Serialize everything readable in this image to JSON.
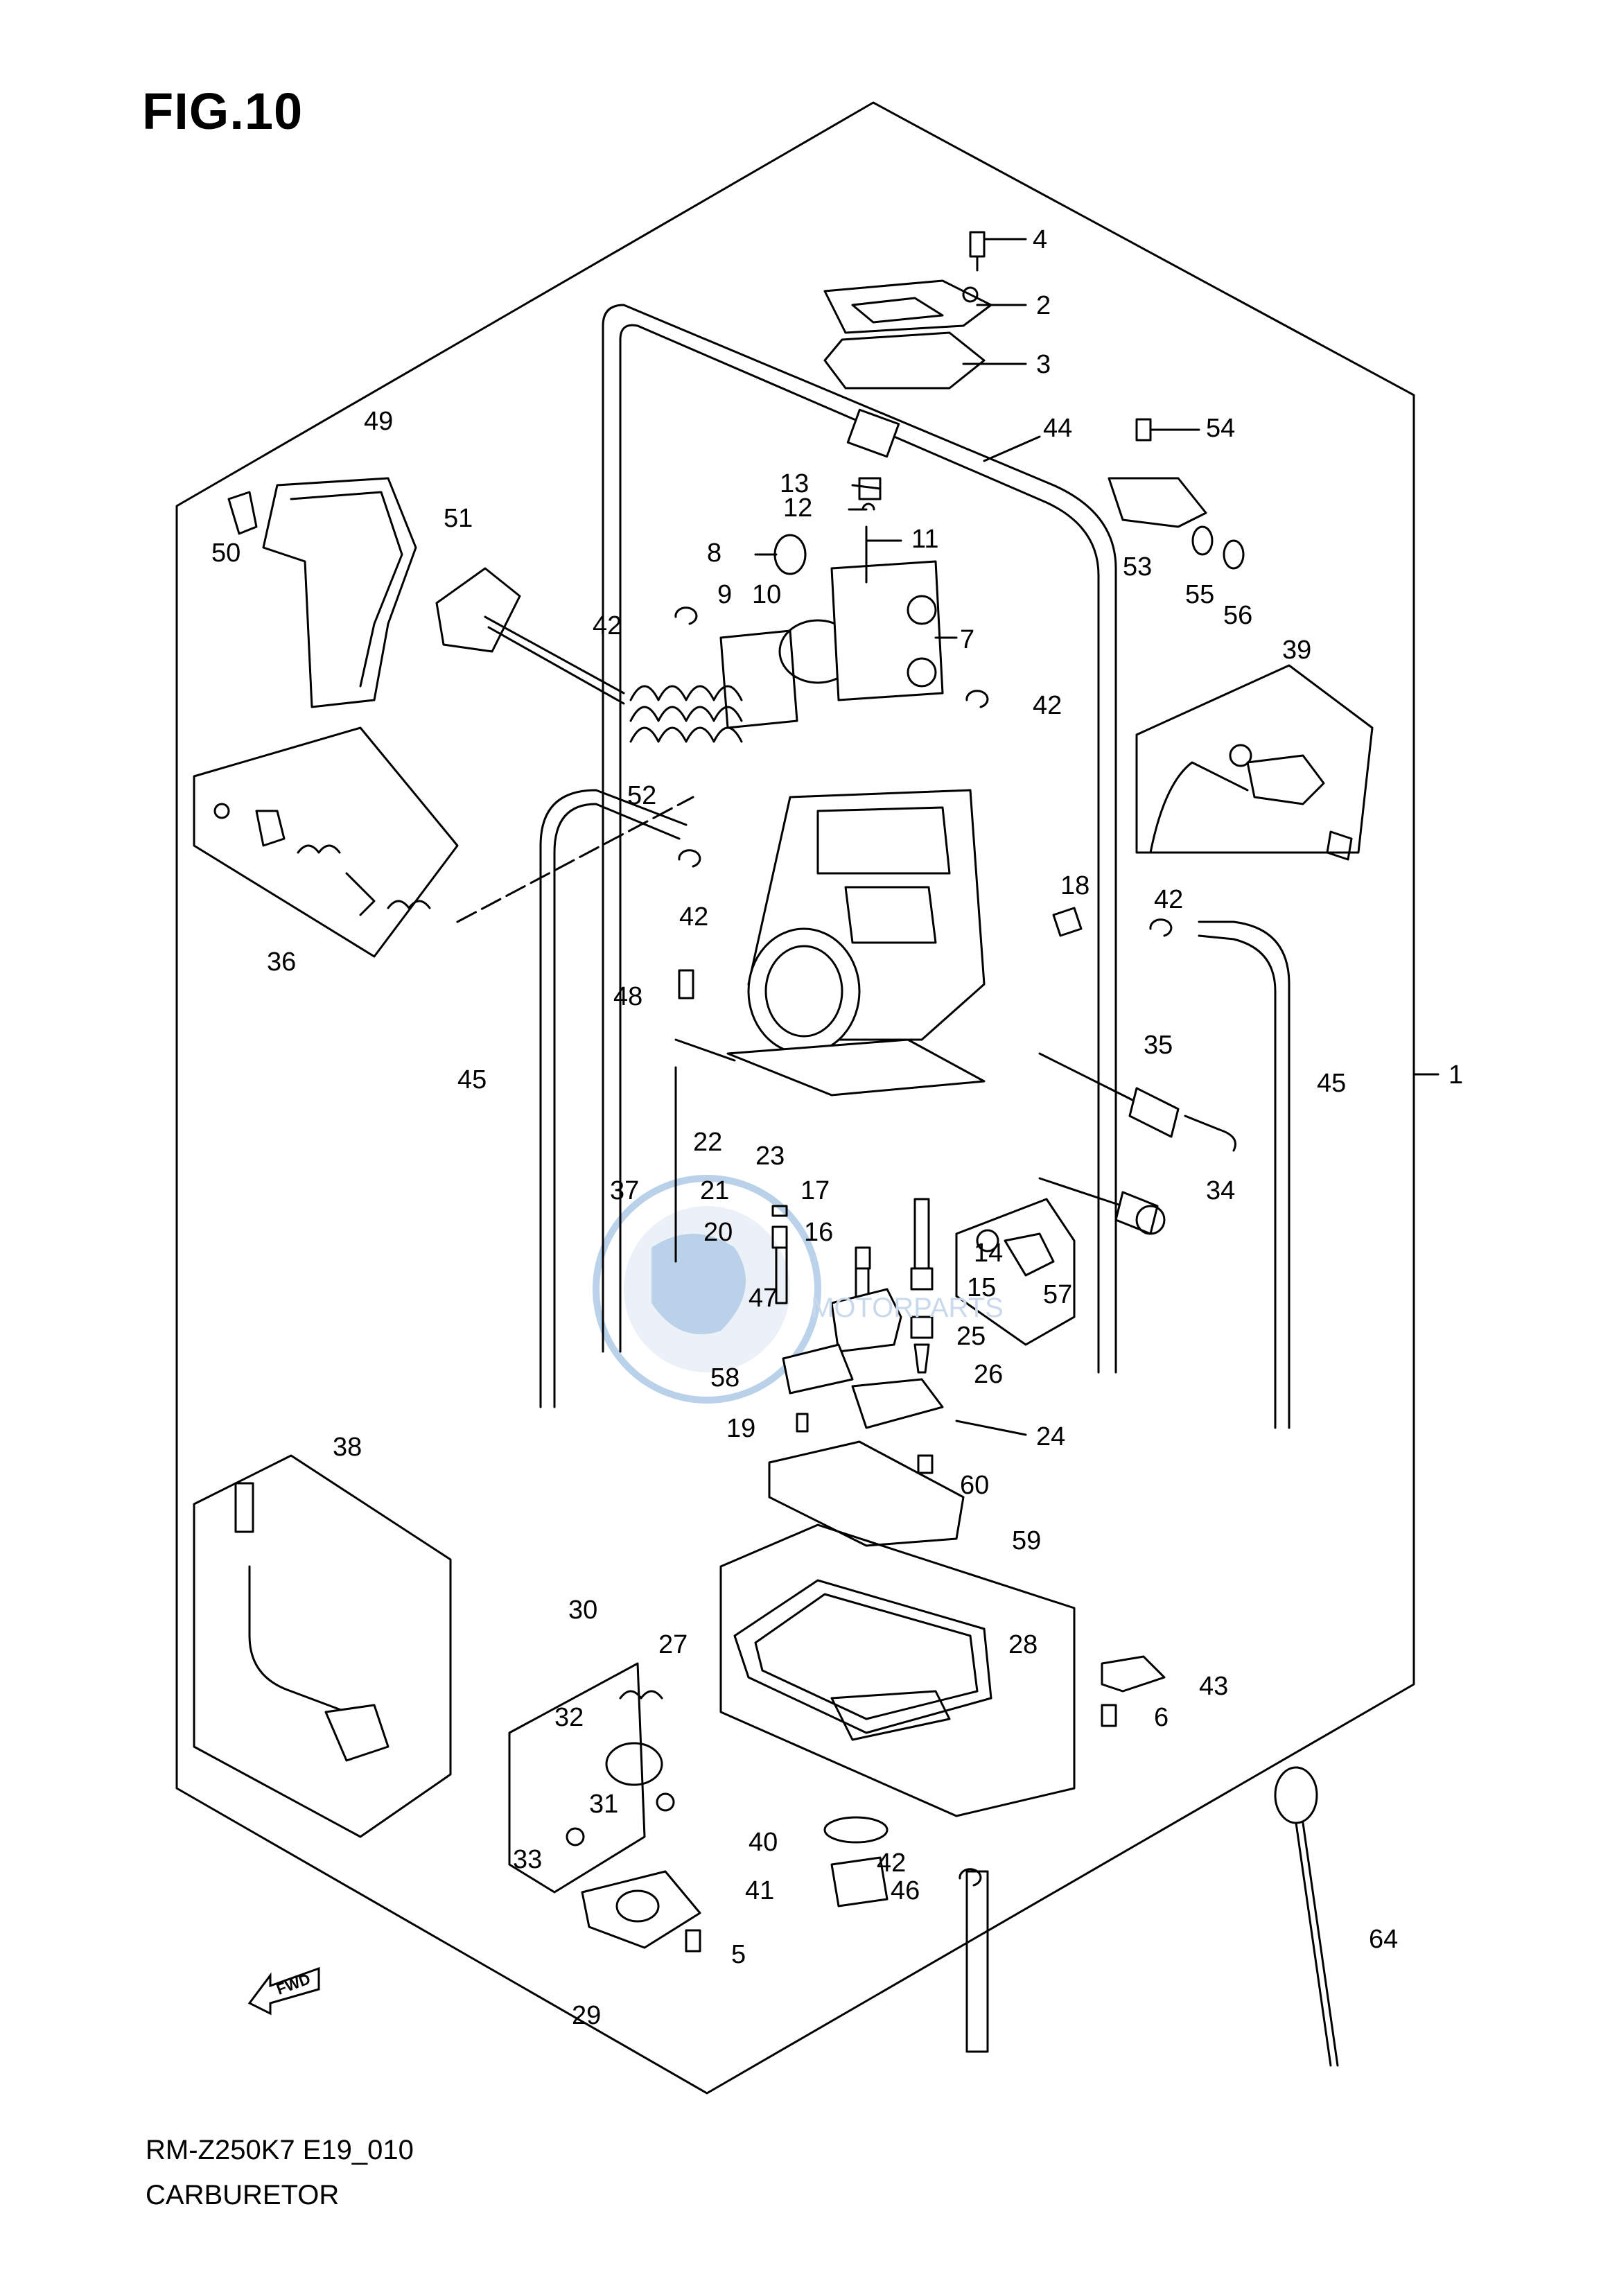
{
  "figure": {
    "title": "FIG.10",
    "model_code": "RM-Z250K7  E19_010",
    "caption": "CARBURETOR"
  },
  "fwd_label": "FWD",
  "watermark": {
    "text": "MOTORPARTS",
    "logo": "CMS"
  },
  "callouts": [
    {
      "id": "c1",
      "text": "1"
    },
    {
      "id": "c2",
      "text": "2"
    },
    {
      "id": "c3",
      "text": "3"
    },
    {
      "id": "c4",
      "text": "4"
    },
    {
      "id": "c5",
      "text": "5"
    },
    {
      "id": "c6",
      "text": "6"
    },
    {
      "id": "c7",
      "text": "7"
    },
    {
      "id": "c8",
      "text": "8"
    },
    {
      "id": "c9",
      "text": "9"
    },
    {
      "id": "c10",
      "text": "10"
    },
    {
      "id": "c11",
      "text": "11"
    },
    {
      "id": "c12",
      "text": "12"
    },
    {
      "id": "c13",
      "text": "13"
    },
    {
      "id": "c14",
      "text": "14"
    },
    {
      "id": "c15",
      "text": "15"
    },
    {
      "id": "c16",
      "text": "16"
    },
    {
      "id": "c17",
      "text": "17"
    },
    {
      "id": "c18",
      "text": "18"
    },
    {
      "id": "c19",
      "text": "19"
    },
    {
      "id": "c20",
      "text": "20"
    },
    {
      "id": "c21",
      "text": "21"
    },
    {
      "id": "c22",
      "text": "22"
    },
    {
      "id": "c23",
      "text": "23"
    },
    {
      "id": "c24",
      "text": "24"
    },
    {
      "id": "c25",
      "text": "25"
    },
    {
      "id": "c26",
      "text": "26"
    },
    {
      "id": "c27",
      "text": "27"
    },
    {
      "id": "c28",
      "text": "28"
    },
    {
      "id": "c29",
      "text": "29"
    },
    {
      "id": "c30",
      "text": "30"
    },
    {
      "id": "c31",
      "text": "31"
    },
    {
      "id": "c32",
      "text": "32"
    },
    {
      "id": "c33",
      "text": "33"
    },
    {
      "id": "c34",
      "text": "34"
    },
    {
      "id": "c35",
      "text": "35"
    },
    {
      "id": "c36",
      "text": "36"
    },
    {
      "id": "c37",
      "text": "37"
    },
    {
      "id": "c38",
      "text": "38"
    },
    {
      "id": "c39",
      "text": "39"
    },
    {
      "id": "c40",
      "text": "40"
    },
    {
      "id": "c41",
      "text": "41"
    },
    {
      "id": "c42a",
      "text": "42"
    },
    {
      "id": "c42b",
      "text": "42"
    },
    {
      "id": "c42c",
      "text": "42"
    },
    {
      "id": "c42d",
      "text": "42"
    },
    {
      "id": "c42e",
      "text": "42"
    },
    {
      "id": "c43",
      "text": "43"
    },
    {
      "id": "c44",
      "text": "44"
    },
    {
      "id": "c45a",
      "text": "45"
    },
    {
      "id": "c45b",
      "text": "45"
    },
    {
      "id": "c46",
      "text": "46"
    },
    {
      "id": "c47",
      "text": "47"
    },
    {
      "id": "c48",
      "text": "48"
    },
    {
      "id": "c49",
      "text": "49"
    },
    {
      "id": "c50",
      "text": "50"
    },
    {
      "id": "c51",
      "text": "51"
    },
    {
      "id": "c52",
      "text": "52"
    },
    {
      "id": "c53",
      "text": "53"
    },
    {
      "id": "c54",
      "text": "54"
    },
    {
      "id": "c55",
      "text": "55"
    },
    {
      "id": "c56",
      "text": "56"
    },
    {
      "id": "c57",
      "text": "57"
    },
    {
      "id": "c58",
      "text": "58"
    },
    {
      "id": "c59",
      "text": "59"
    },
    {
      "id": "c60",
      "text": "60"
    },
    {
      "id": "c64",
      "text": "64"
    }
  ],
  "colors": {
    "line": "#000000",
    "watermark": "#3a7ec2",
    "watermark_light": "#c9d9ec"
  }
}
